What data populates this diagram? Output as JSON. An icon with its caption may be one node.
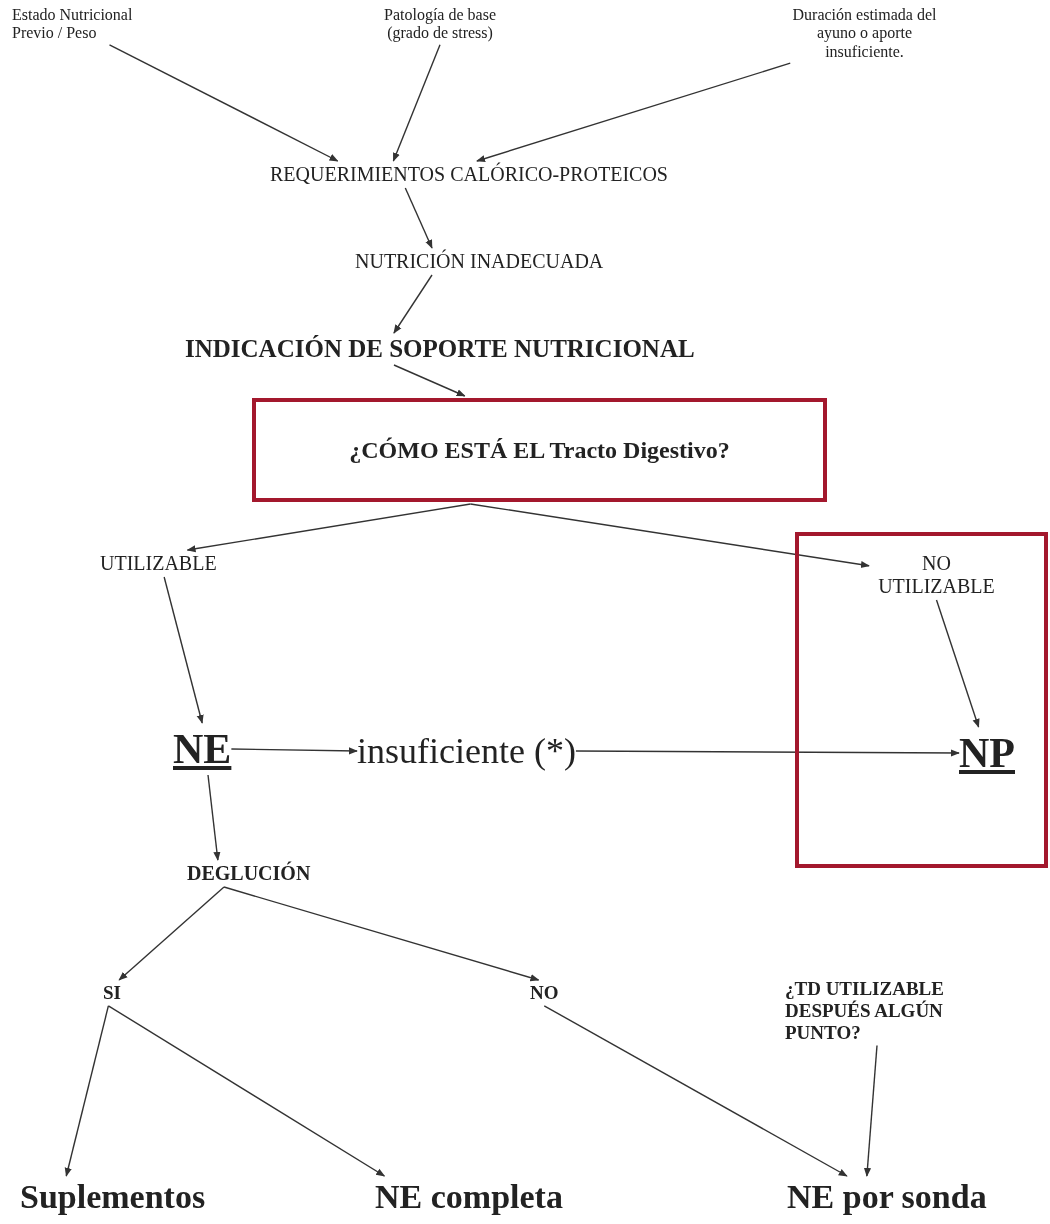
{
  "diagram": {
    "nodes": [
      {
        "text": [
          "Estado Nutricional Previo / Peso"
        ]
      },
      {
        "text": [
          "Patología de base (grado de stress)"
        ]
      },
      {
        "text": [
          "Duración estimada del ayuno o aporte insuficiente."
        ]
      },
      {
        "text": [
          "REQUERIMIENTOS CALÓRICO-PROTEICOS"
        ]
      },
      {
        "text": [
          "NUTRICIÓN INADECUADA"
        ]
      },
      {
        "text": [
          "INDICACIÓN DE SOPORTE NUTRICIONAL"
        ]
      },
      {
        "text": [
          "¿CÓMO ESTÁ EL Tracto Digestivo?"
        ]
      },
      {
        "text": [
          "UTILIZABLE"
        ]
      },
      {
        "text": [],
        "shape": "box"
      },
      {
        "text": [
          "NO UTILIZABLE"
        ],
        "in": 8
      },
      {
        "text": [
          "NE"
        ]
      },
      {
        "text": [
          "insuficiente (*)"
        ]
      },
      {
        "text": [
          "NP"
        ],
        "in": 8
      },
      {
        "text": [
          "DEGLUCIÓN"
        ]
      },
      {
        "text": [
          "SI"
        ]
      },
      {
        "text": [
          "NO"
        ]
      },
      {
        "text": [
          "¿TD UTILIZABLE DESPUÉS ALGÚN PUNTO?"
        ]
      },
      {
        "text": [
          "Suplementos"
        ]
      },
      {
        "text": [
          "NE completa"
        ]
      },
      {
        "text": [
          "NE por sonda"
        ]
      }
    ],
    "edges": [
      {
        "from": 0,
        "to": 3,
        "arrow": "to"
      },
      {
        "from": 1,
        "to": 3,
        "arrow": "to"
      },
      {
        "from": 2,
        "to": 3,
        "arrow": "to"
      },
      {
        "from": 3,
        "to": 4,
        "arrow": "to"
      },
      {
        "from": 4,
        "to": 5,
        "arrow": "to"
      },
      {
        "from": 5,
        "to": 6,
        "arrow": "to"
      },
      {
        "from": 6,
        "to": 7,
        "arrow": "to"
      },
      {
        "from": 6,
        "to": 9,
        "arrow": "to"
      },
      {
        "from": 9,
        "to": 12,
        "arrow": "to"
      },
      {
        "from": 7,
        "to": 10,
        "arrow": "to"
      },
      {
        "from": 10,
        "to": 11,
        "arrow": "to"
      },
      {
        "from": 11,
        "to": 12,
        "arrow": "to"
      },
      {
        "from": 10,
        "to": 13,
        "arrow": "to"
      },
      {
        "from": 13,
        "to": 14,
        "arrow": "to"
      },
      {
        "from": 13,
        "to": 15,
        "arrow": "to"
      },
      {
        "from": 14,
        "to": 17,
        "arrow": "to"
      },
      {
        "from": 14,
        "to": 18,
        "arrow": "to"
      },
      {
        "from": 15,
        "to": 19,
        "arrow": "to"
      },
      {
        "from": 16,
        "to": 19,
        "arrow": "to"
      }
    ]
  }
}
